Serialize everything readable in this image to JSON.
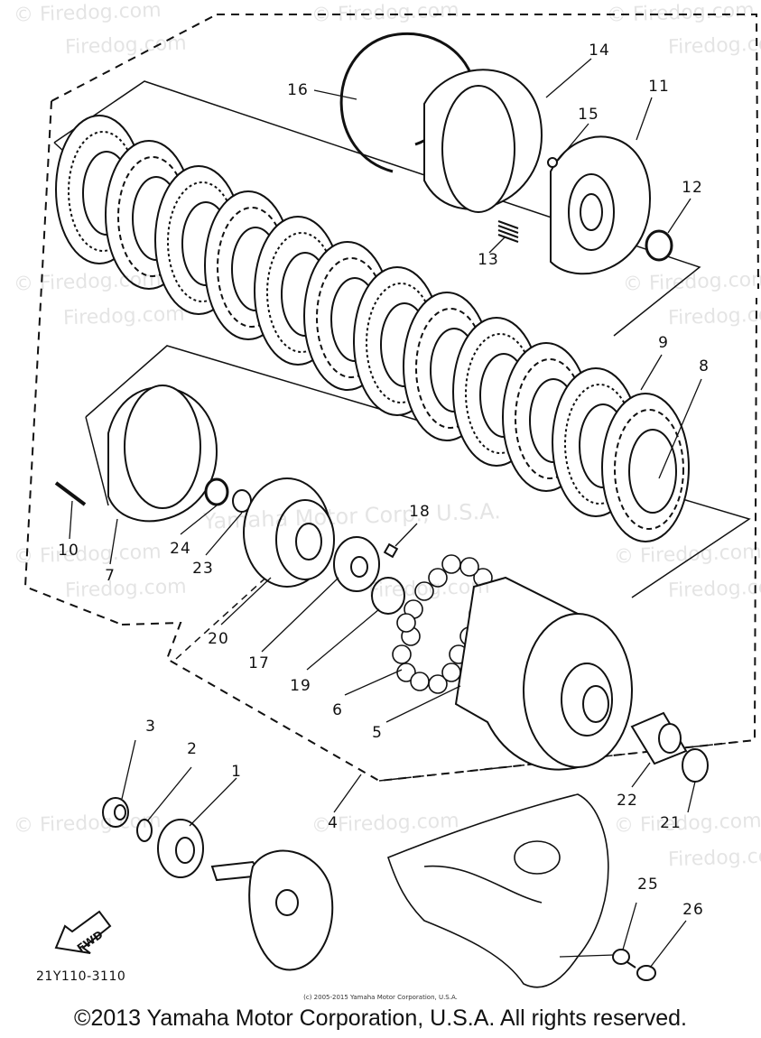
{
  "watermark": {
    "firedog": "© Firedog.com",
    "firedog_short": "Firedog.com",
    "yamaha": "Yamaha Motor Corp., U.S.A."
  },
  "callouts": {
    "c1": "1",
    "c2": "2",
    "c3": "3",
    "c4": "4",
    "c5": "5",
    "c6": "6",
    "c7": "7",
    "c8": "8",
    "c9": "9",
    "c10": "10",
    "c11": "11",
    "c12": "12",
    "c13": "13",
    "c14": "14",
    "c15": "15",
    "c16": "16",
    "c17": "17",
    "c18": "18",
    "c19": "19",
    "c20": "20",
    "c21": "21",
    "c22": "22",
    "c23": "23",
    "c24": "24",
    "c25": "25",
    "c26": "26"
  },
  "fwd_label": "FWD",
  "diagram_code": "21Y110-3110",
  "small_copyright": "(c) 2005-2015 Yamaha Motor Corporation, U.S.A.",
  "footer_copyright": "©2013 Yamaha Motor Corporation, U.S.A. All rights reserved."
}
